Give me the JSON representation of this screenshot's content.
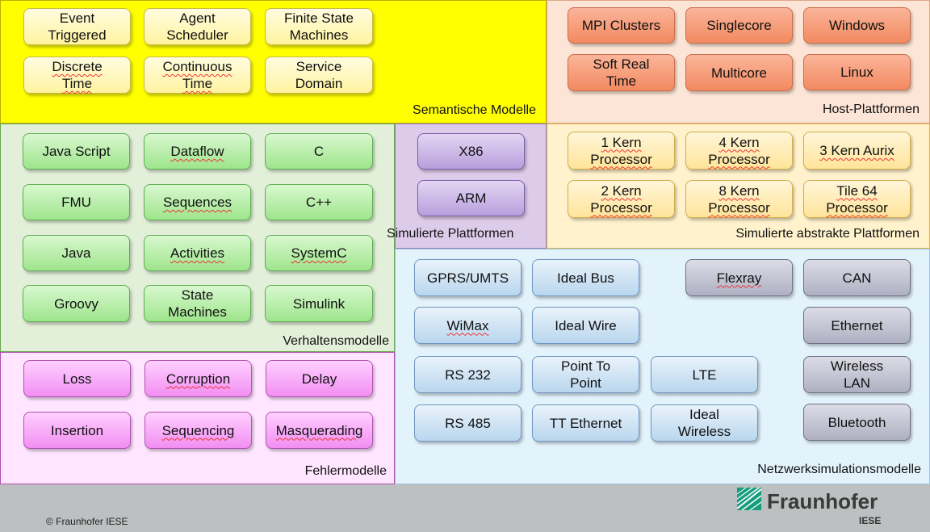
{
  "colors": {
    "semantic_bg": "#ffff00",
    "host_bg": "#fce5d6",
    "behavior_bg": "#e2efd9",
    "fault_bg": "#ffe5ff",
    "sim_bg": "#dccbe9",
    "abstract_bg": "#fff2cc",
    "network_bg": "#e3f3fc",
    "footer_bg": "#bcc0c0",
    "logo_green": "#179c7d"
  },
  "regions": {
    "semantic": {
      "title": "Semantische Modelle",
      "items": [
        "Event\nTriggered",
        "Agent\nScheduler",
        "Finite State\nMachines",
        "Discrete\nTime",
        "Continuous\nTime",
        "Service\nDomain"
      ]
    },
    "host": {
      "title": "Host-Plattformen",
      "items": [
        "MPI Clusters",
        "Singlecore",
        "Windows",
        "Soft Real\nTime",
        "Multicore",
        "Linux"
      ]
    },
    "behavior": {
      "title": "Verhaltensmodelle",
      "items": [
        "Java Script",
        "Dataflow",
        "C",
        "FMU",
        "Sequences",
        "C++",
        "Java",
        "Activities",
        "SystemC",
        "Groovy",
        "State\nMachines",
        "Simulink"
      ]
    },
    "simulated": {
      "title": "Simulierte Plattformen",
      "items": [
        "X86",
        "ARM"
      ]
    },
    "abstract": {
      "title": "Simulierte abstrakte Plattformen",
      "items": [
        "1 Kern\nProcessor",
        "4 Kern\nProcessor",
        "3 Kern Aurix",
        "2 Kern\nProcessor",
        "8 Kern\nProcessor",
        "Tile 64\nProcessor"
      ]
    },
    "faults": {
      "title": "Fehlermodelle",
      "items": [
        "Loss",
        "Corruption",
        "Delay",
        "Insertion",
        "Sequencing",
        "Masquerading"
      ]
    },
    "network": {
      "title": "Netzwerksimulationsmodelle",
      "items": [
        "GPRS/UMTS",
        "Ideal Bus",
        "Flexray",
        "CAN",
        "WiMax",
        "Ideal Wire",
        "Ethernet",
        "RS 232",
        "Point To\nPoint",
        "LTE",
        "Wireless\nLAN",
        "RS 485",
        "TT Ethernet",
        "Ideal\nWireless",
        "Bluetooth"
      ]
    }
  },
  "footer": {
    "copyright": "© Fraunhofer IESE",
    "logo_name": "Fraunhofer",
    "logo_sub": "IESE",
    "logo_icon": "fraunhofer-logo-icon"
  }
}
